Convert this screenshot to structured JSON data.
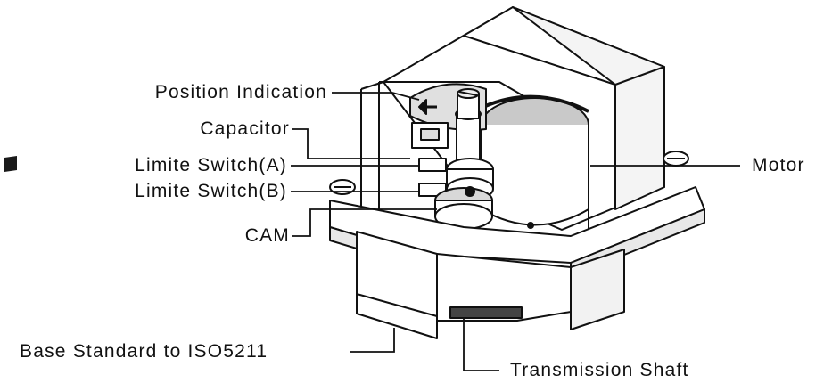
{
  "labels": {
    "position_indication": "Position Indication",
    "capacitor": "Capacitor",
    "limit_switch_a": "Limite Switch(A)",
    "limit_switch_b": "Limite Switch(B)",
    "cam": "CAM",
    "motor": "Motor",
    "base": "Base Standard to ISO5211",
    "transmission_shaft": "Transmission Shaft"
  },
  "colors": {
    "line": "#111111",
    "body_fill": "#ffffff",
    "shade": "#9a9a9a",
    "dark": "#2a2a2a"
  }
}
